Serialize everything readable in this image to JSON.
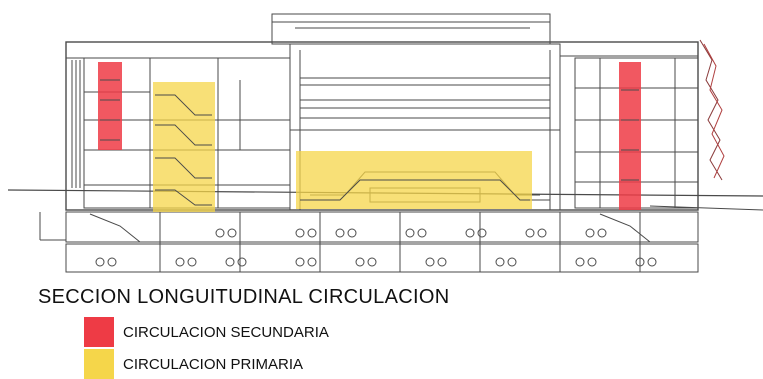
{
  "title": "SECCION LONGUITUDINAL CIRCULACION",
  "legend": [
    {
      "label": "CIRCULACION SECUNDARIA",
      "color": "#ee3b45"
    },
    {
      "label": "CIRCULACION PRIMARIA",
      "color": "#f5d64a"
    }
  ],
  "colors": {
    "line": "#4a4a4a",
    "secondary_highlight": "#ee3b45",
    "primary_highlight": "#f5d64a",
    "background": "#ffffff"
  }
}
